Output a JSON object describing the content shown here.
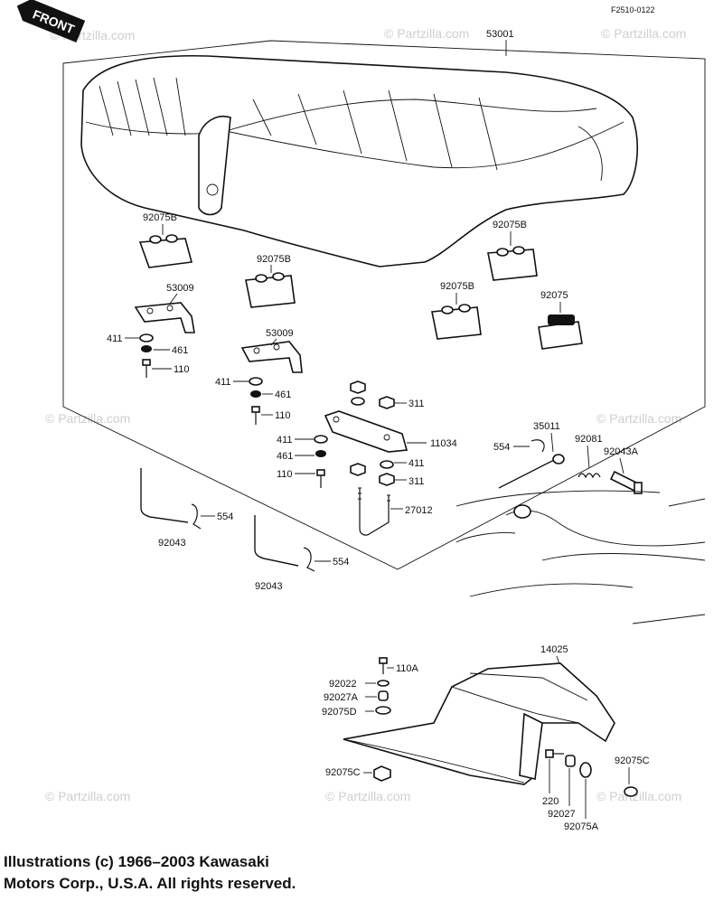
{
  "header": {
    "front_label": "FRONT",
    "figure_code": "F2510-0122"
  },
  "watermark": "© Partzilla.com",
  "parts": {
    "seat": "53001",
    "damper_block": "92075B",
    "seat_bracket": "53009",
    "washer_411": "411",
    "lock_washer_461": "461",
    "bolt_110": "110",
    "nut_311": "311",
    "hook_plate": "11034",
    "stud_27012": "27012",
    "pin_92043": "92043",
    "clip_554": "554",
    "lever_35011": "35011",
    "spring_92081": "92081",
    "pin_92043a": "92043A",
    "damper_92075": "92075",
    "tail_cover": "14025",
    "bolt_110a": "110A",
    "collar_92022": "92022",
    "collar_92027a": "92027A",
    "damper_92075d": "92075D",
    "damper_92075c": "92075C",
    "screw_220": "220",
    "collar_92027": "92027",
    "damper_92075a": "92075A"
  },
  "footer": {
    "copyright_line1": "Illustrations (c) 1966–2003 Kawasaki",
    "copyright_line2": "Motors Corp., U.S.A.  All rights reserved."
  }
}
